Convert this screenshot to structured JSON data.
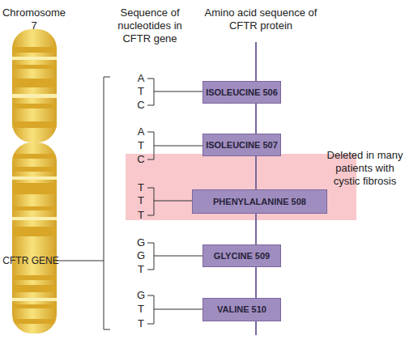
{
  "diagram": {
    "nodes": [
      {
        "text": [
          "ISOLEUCINE 506"
        ]
      },
      {
        "text": [
          "ISOLEUCINE 507"
        ]
      },
      {
        "text": [
          "PHENYLALANINE 508"
        ]
      },
      {
        "text": [
          "GLYCINE 509"
        ]
      },
      {
        "text": [
          "VALINE 510"
        ]
      }
    ],
    "edges": [
      {
        "from": 0,
        "to": 1,
        "arrow": "none"
      },
      {
        "from": 1,
        "to": 2,
        "arrow": "none"
      },
      {
        "from": 2,
        "to": 3,
        "arrow": "none"
      },
      {
        "from": 3,
        "to": 4,
        "arrow": "none"
      }
    ],
    "labels": [
      "Chromosome 7",
      "Sequence of nucleotides in CFTR gene",
      "Amino acid sequence of CFTR protein",
      "CFTR GENE",
      "A",
      "T",
      "C",
      "A",
      "T",
      "C",
      "T",
      "T",
      "T",
      "G",
      "G",
      "T",
      "G",
      "T",
      "T",
      "Deleted in many patients with cystic fibrosis"
    ]
  }
}
